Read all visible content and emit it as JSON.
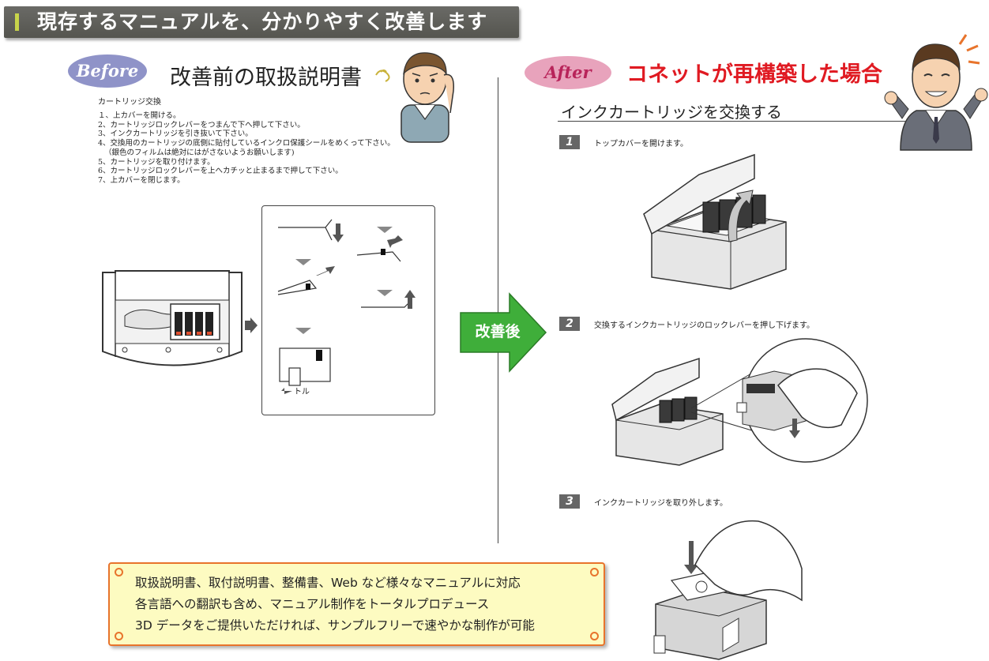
{
  "banner": {
    "title": "現存するマニュアルを、分かりやすく改善します"
  },
  "before": {
    "badge": "Before",
    "title": "改善前の取扱説明書",
    "manual_heading": "カートリッジ交換",
    "manual_steps": [
      "１、上カバーを開ける。",
      "2、カートリッジロックレバーをつまんで下へ押して下さい。",
      "3、インクカートリッジを引き抜いて下さい。",
      "4、交換用のカートリッジの底側に貼付しているインクロ保護シールをめくって下さい。",
      "（銀色のフィルムは絶対にはがさないようお願いします)",
      "5、カートリッジを取り付けます。",
      "6、カートリッジロックレバーを上へカチッと止まるまで押して下さい。",
      "7、上カバーを閉じます。"
    ],
    "diagram_label": "トル"
  },
  "transition": {
    "label": "改善後"
  },
  "after": {
    "badge": "After",
    "title": "コネットが再構築した場合",
    "heading": "インクカートリッジを交換する",
    "steps": [
      {
        "num": "1",
        "text": "トップカバーを開けます。"
      },
      {
        "num": "2",
        "text": "交換するインクカートリッジのロックレバーを押し下げます。"
      },
      {
        "num": "3",
        "text": "インクカートリッジを取り外します。"
      }
    ]
  },
  "note": {
    "lines": [
      "取扱説明書、取付説明書、整備書、Web など様々なマニュアルに対応",
      "各言語への翻訳も含め、マニュアル制作をトータルプロデュース",
      "3D データをご提供いただければ、サンプルフリーで速やかな制作が可能"
    ]
  },
  "colors": {
    "accent_red": "#e01a22",
    "banner": "#5f5f5a",
    "arrow_green": "#3fae3a",
    "note_border": "#e8742c",
    "note_bg": "#fdfbc1"
  }
}
